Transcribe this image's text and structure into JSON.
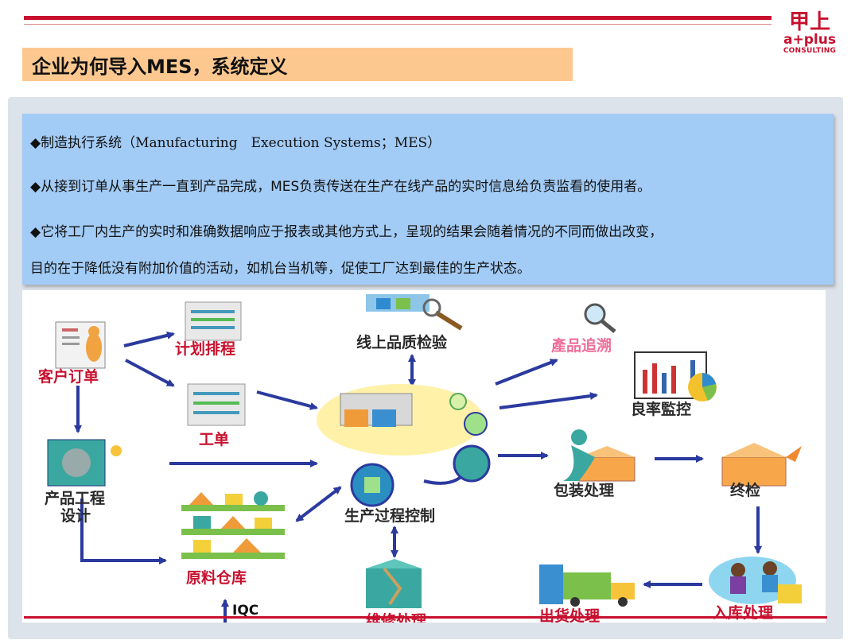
{
  "logo": {
    "line1": "甲上",
    "line2": "a+plus",
    "line3": "CONSULTING"
  },
  "title": "企业为何导入MES，系统定义",
  "info": {
    "line1": "◆制造执行系统（Manufacturing　Execution Systems；MES）",
    "line2": "◆从接到订单从事生产一直到产品完成，MES负责传送在生产在线产品的实时信息给负责监看的使用者。",
    "line3": "◆它将工厂内生产的实时和准确数据响应于报表或其他方式上，呈现的结果会随着情况的不同而做出改变，",
    "line4": "目的在于降低没有附加价值的活动，如机台当机等，促使工厂达到最佳的生产状态。"
  },
  "diagram": {
    "customer_order": "客户订单",
    "planning": "计划排程",
    "work_order": "工单",
    "quality_check": "线上品质检验",
    "traceability": "產品追溯",
    "yield_monitor": "良率監控",
    "product_design": "产品工程\n设计",
    "process_control": "生产过程控制",
    "packaging": "包装处理",
    "final_inspection": "终检",
    "warehouse_raw": "原料仓库",
    "maintenance": "维修处理",
    "shipping": "出货处理",
    "warehouse_in": "入库处理",
    "iqc": "IQC"
  },
  "colors": {
    "brand_red": "#c8102e",
    "title_bg": "#fcc890",
    "info_bg": "#a2cbf5",
    "arrow": "#2b3a9e"
  }
}
